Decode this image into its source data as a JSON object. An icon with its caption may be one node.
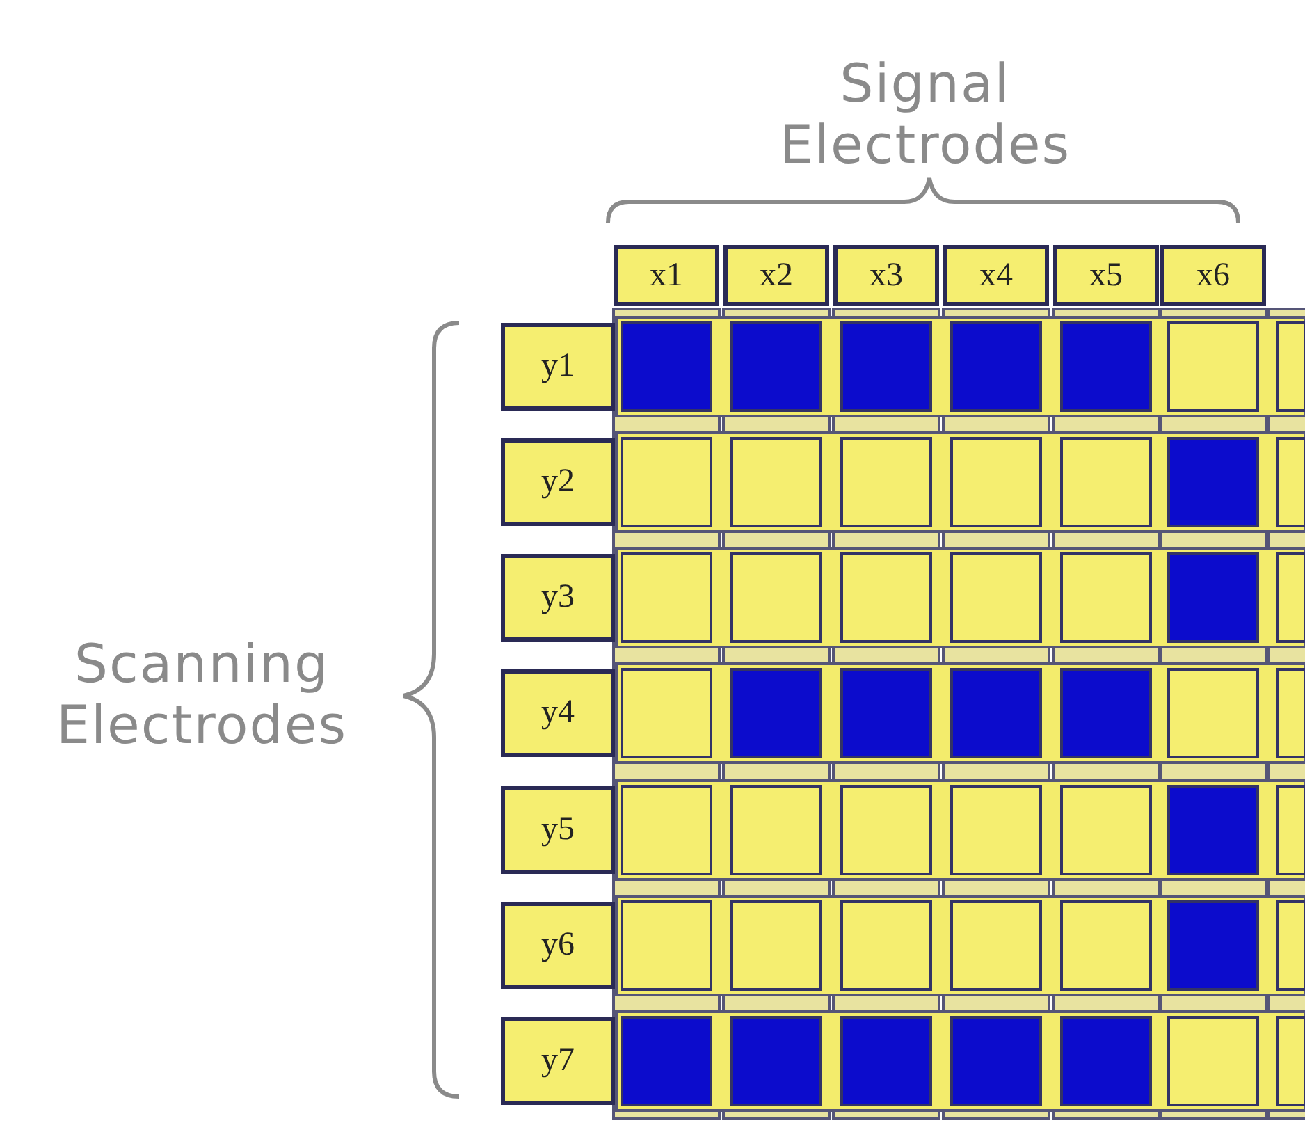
{
  "diagram": {
    "labels": [
      "Signal Electrodes",
      "Scanning Electrodes",
      "x1",
      "x2",
      "x3",
      "x4",
      "x5",
      "x6",
      "y1",
      "y2",
      "y3",
      "y4",
      "y5",
      "y6",
      "y7"
    ]
  }
}
